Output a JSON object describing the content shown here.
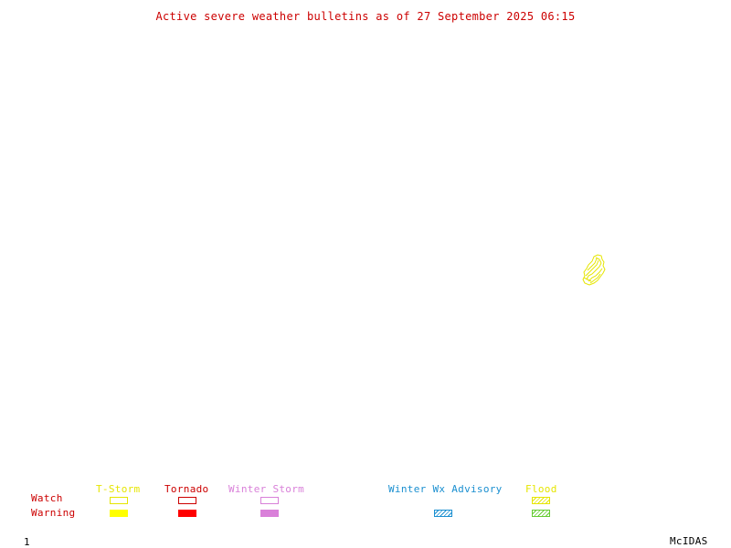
{
  "title": "Active severe weather bulletins as of 27 September 2025 06:15",
  "legend": {
    "row_labels": {
      "watch": "Watch",
      "warning": "Warning"
    },
    "categories": [
      {
        "label": "T-Storm",
        "color": "#ffff00"
      },
      {
        "label": "Tornado",
        "color": "#ff0000"
      },
      {
        "label": "Winter Storm",
        "color": "#d980d9"
      },
      {
        "label": "Winter Wx Advisory",
        "color": "#1a8fd0"
      },
      {
        "label": "Flood",
        "color": "#66cc33"
      }
    ]
  },
  "map": {
    "features": [
      {
        "type": "thunderstorm-watch-outline",
        "color": "#e6e600"
      }
    ]
  },
  "footer": {
    "page_number": "1",
    "brand": "McIDAS"
  }
}
